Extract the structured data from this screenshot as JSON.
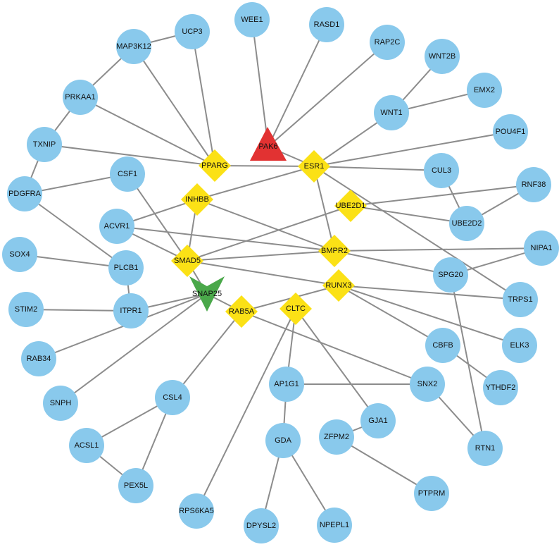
{
  "colors": {
    "circle": "#89c9ec",
    "diamond": "#fbe116",
    "triangle": "#e23232",
    "arrowhead": "#4aa84a",
    "edge": "#8c8c8c"
  },
  "nodes": [
    {
      "id": "WEE1",
      "shape": "circle"
    },
    {
      "id": "RASD1",
      "shape": "circle"
    },
    {
      "id": "UCP3",
      "shape": "circle"
    },
    {
      "id": "RAP2C",
      "shape": "circle"
    },
    {
      "id": "MAP3K12",
      "shape": "circle"
    },
    {
      "id": "WNT2B",
      "shape": "circle"
    },
    {
      "id": "EMX2",
      "shape": "circle"
    },
    {
      "id": "PRKAA1",
      "shape": "circle"
    },
    {
      "id": "WNT1",
      "shape": "circle"
    },
    {
      "id": "POU4F1",
      "shape": "circle"
    },
    {
      "id": "TXNIP",
      "shape": "circle"
    },
    {
      "id": "PAK6",
      "shape": "triangle"
    },
    {
      "id": "PPARG",
      "shape": "diamond"
    },
    {
      "id": "ESR1",
      "shape": "diamond"
    },
    {
      "id": "CSF1",
      "shape": "circle"
    },
    {
      "id": "CUL3",
      "shape": "circle"
    },
    {
      "id": "RNF38",
      "shape": "circle"
    },
    {
      "id": "PDGFRA",
      "shape": "circle"
    },
    {
      "id": "INHBB",
      "shape": "diamond"
    },
    {
      "id": "UBE2D1",
      "shape": "diamond"
    },
    {
      "id": "ACVR1",
      "shape": "circle"
    },
    {
      "id": "UBE2D2",
      "shape": "circle"
    },
    {
      "id": "SOX4",
      "shape": "circle"
    },
    {
      "id": "NIPA1",
      "shape": "circle"
    },
    {
      "id": "SMAD5",
      "shape": "diamond"
    },
    {
      "id": "BMPR2",
      "shape": "diamond"
    },
    {
      "id": "PLCB1",
      "shape": "circle"
    },
    {
      "id": "SPG20",
      "shape": "circle"
    },
    {
      "id": "RUNX3",
      "shape": "diamond"
    },
    {
      "id": "SNAP25",
      "shape": "arrowhead"
    },
    {
      "id": "STIM2",
      "shape": "circle"
    },
    {
      "id": "ITPR1",
      "shape": "circle"
    },
    {
      "id": "TRPS1",
      "shape": "circle"
    },
    {
      "id": "RAB5A",
      "shape": "diamond"
    },
    {
      "id": "CLTC",
      "shape": "diamond"
    },
    {
      "id": "RAB34",
      "shape": "circle"
    },
    {
      "id": "ELK3",
      "shape": "circle"
    },
    {
      "id": "CBFB",
      "shape": "circle"
    },
    {
      "id": "AP1G1",
      "shape": "circle"
    },
    {
      "id": "SNX2",
      "shape": "circle"
    },
    {
      "id": "YTHDF2",
      "shape": "circle"
    },
    {
      "id": "SNPH",
      "shape": "circle"
    },
    {
      "id": "CSL4",
      "shape": "circle"
    },
    {
      "id": "GJA1",
      "shape": "circle"
    },
    {
      "id": "ZFPM2",
      "shape": "circle"
    },
    {
      "id": "ACSL1",
      "shape": "circle"
    },
    {
      "id": "GDA",
      "shape": "circle"
    },
    {
      "id": "RTN1",
      "shape": "circle"
    },
    {
      "id": "PEX5L",
      "shape": "circle"
    },
    {
      "id": "PTPRM",
      "shape": "circle"
    },
    {
      "id": "RPS6KA5",
      "shape": "circle"
    },
    {
      "id": "DPYSL2",
      "shape": "circle"
    },
    {
      "id": "NPEPL1",
      "shape": "circle"
    }
  ],
  "edges": [
    [
      "WEE1",
      "PAK6"
    ],
    [
      "RASD1",
      "PAK6"
    ],
    [
      "RAP2C",
      "PAK6"
    ],
    [
      "PAK6",
      "ESR1"
    ],
    [
      "UCP3",
      "MAP3K12"
    ],
    [
      "UCP3",
      "PPARG"
    ],
    [
      "MAP3K12",
      "PPARG"
    ],
    [
      "PRKAA1",
      "MAP3K12"
    ],
    [
      "PRKAA1",
      "PPARG"
    ],
    [
      "PRKAA1",
      "TXNIP"
    ],
    [
      "TXNIP",
      "PPARG"
    ],
    [
      "TXNIP",
      "PDGFRA"
    ],
    [
      "PPARG",
      "ESR1"
    ],
    [
      "WNT2B",
      "WNT1"
    ],
    [
      "EMX2",
      "WNT1"
    ],
    [
      "WNT1",
      "ESR1"
    ],
    [
      "POU4F1",
      "ESR1"
    ],
    [
      "ESR1",
      "CUL3"
    ],
    [
      "ESR1",
      "INHBB"
    ],
    [
      "ESR1",
      "BMPR2"
    ],
    [
      "ESR1",
      "TRPS1"
    ],
    [
      "CUL3",
      "UBE2D2"
    ],
    [
      "RNF38",
      "UBE2D2"
    ],
    [
      "RNF38",
      "UBE2D1"
    ],
    [
      "UBE2D1",
      "UBE2D2"
    ],
    [
      "UBE2D1",
      "SMAD5"
    ],
    [
      "CSF1",
      "PDGFRA"
    ],
    [
      "CSF1",
      "SMAD5"
    ],
    [
      "PDGFRA",
      "PLCB1"
    ],
    [
      "INHBB",
      "ACVR1"
    ],
    [
      "INHBB",
      "SMAD5"
    ],
    [
      "INHBB",
      "BMPR2"
    ],
    [
      "ACVR1",
      "BMPR2"
    ],
    [
      "ACVR1",
      "SMAD5"
    ],
    [
      "SMAD5",
      "BMPR2"
    ],
    [
      "SMAD5",
      "RUNX3"
    ],
    [
      "SMAD5",
      "SNAP25"
    ],
    [
      "BMPR2",
      "NIPA1"
    ],
    [
      "BMPR2",
      "SPG20"
    ],
    [
      "NIPA1",
      "SPG20"
    ],
    [
      "SPG20",
      "RTN1"
    ],
    [
      "RUNX3",
      "TRPS1"
    ],
    [
      "RUNX3",
      "ELK3"
    ],
    [
      "RUNX3",
      "CBFB"
    ],
    [
      "RUNX3",
      "RAB5A"
    ],
    [
      "CBFB",
      "YTHDF2"
    ],
    [
      "SOX4",
      "PLCB1"
    ],
    [
      "PLCB1",
      "ITPR1"
    ],
    [
      "STIM2",
      "ITPR1"
    ],
    [
      "ITPR1",
      "SNAP25"
    ],
    [
      "RAB34",
      "SNAP25"
    ],
    [
      "SNPH",
      "SNAP25"
    ],
    [
      "SNAP25",
      "RAB5A"
    ],
    [
      "RAB5A",
      "CSL4"
    ],
    [
      "RAB5A",
      "SNX2"
    ],
    [
      "CLTC",
      "AP1G1"
    ],
    [
      "CLTC",
      "GJA1"
    ],
    [
      "CLTC",
      "RPS6KA5"
    ],
    [
      "AP1G1",
      "SNX2"
    ],
    [
      "AP1G1",
      "GDA"
    ],
    [
      "SNX2",
      "RTN1"
    ],
    [
      "CSL4",
      "ACSL1"
    ],
    [
      "CSL4",
      "PEX5L"
    ],
    [
      "ACSL1",
      "PEX5L"
    ],
    [
      "ZFPM2",
      "GJA1"
    ],
    [
      "ZFPM2",
      "PTPRM"
    ],
    [
      "GDA",
      "DPYSL2"
    ],
    [
      "GDA",
      "NPEPL1"
    ]
  ]
}
